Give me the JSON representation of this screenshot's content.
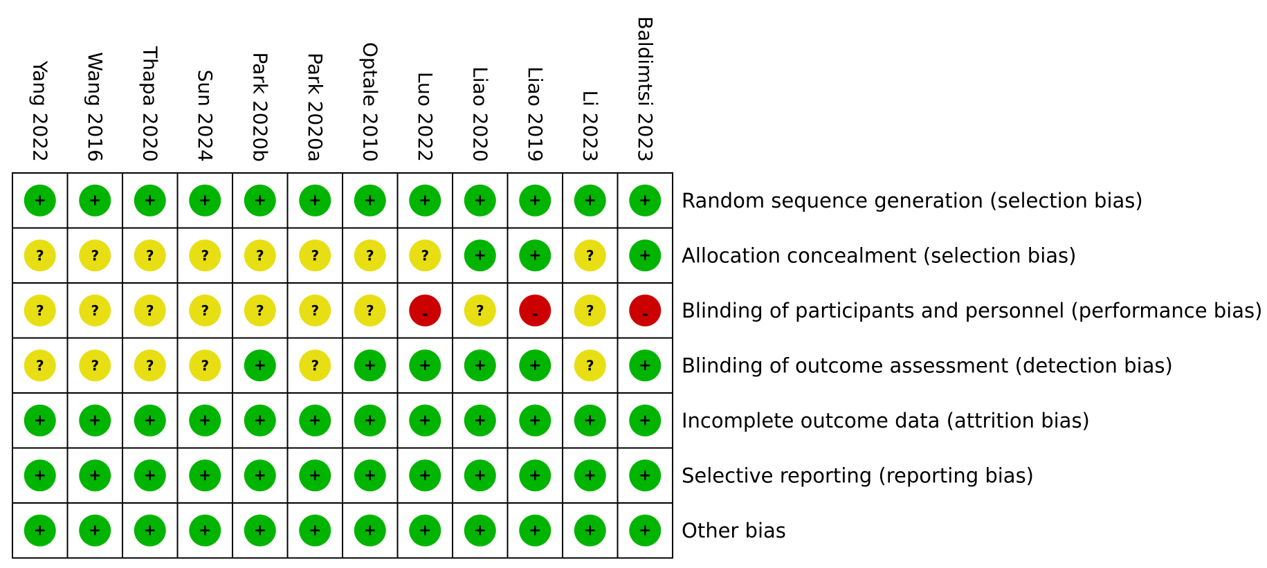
{
  "chart_data": {
    "type": "table",
    "title": "",
    "studies": [
      "Yang 2022",
      "Wang 2016",
      "Thapa 2020",
      "Sun 2024",
      "Park 2020b",
      "Park 2020a",
      "Optale 2010",
      "Luo 2022",
      "Liao 2020",
      "Liao 2019",
      "Li 2023",
      "Baldimtsi 2023"
    ],
    "domains": [
      "Random sequence generation (selection bias)",
      "Allocation concealment (selection bias)",
      "Blinding of participants and personnel (performance bias)",
      "Blinding of outcome assessment (detection bias)",
      "Incomplete outcome data (attrition bias)",
      "Selective reporting (reporting bias)",
      "Other bias"
    ],
    "judgements": [
      [
        "+",
        "+",
        "+",
        "+",
        "+",
        "+",
        "+",
        "+",
        "+",
        "+",
        "+",
        "+"
      ],
      [
        "?",
        "?",
        "?",
        "?",
        "?",
        "?",
        "?",
        "?",
        "+",
        "+",
        "?",
        "+"
      ],
      [
        "?",
        "?",
        "?",
        "?",
        "?",
        "?",
        "?",
        "-",
        "?",
        "-",
        "?",
        "-"
      ],
      [
        "?",
        "?",
        "?",
        "?",
        "+",
        "?",
        "+",
        "+",
        "+",
        "+",
        "?",
        "+"
      ],
      [
        "+",
        "+",
        "+",
        "+",
        "+",
        "+",
        "+",
        "+",
        "+",
        "+",
        "+",
        "+"
      ],
      [
        "+",
        "+",
        "+",
        "+",
        "+",
        "+",
        "+",
        "+",
        "+",
        "+",
        "+",
        "+"
      ],
      [
        "+",
        "+",
        "+",
        "+",
        "+",
        "+",
        "+",
        "+",
        "+",
        "+",
        "+",
        "+"
      ]
    ],
    "legend_colors": {
      "+": "#00b400",
      "?": "#e8de14",
      "-": "#cc0000"
    },
    "grid": true
  }
}
